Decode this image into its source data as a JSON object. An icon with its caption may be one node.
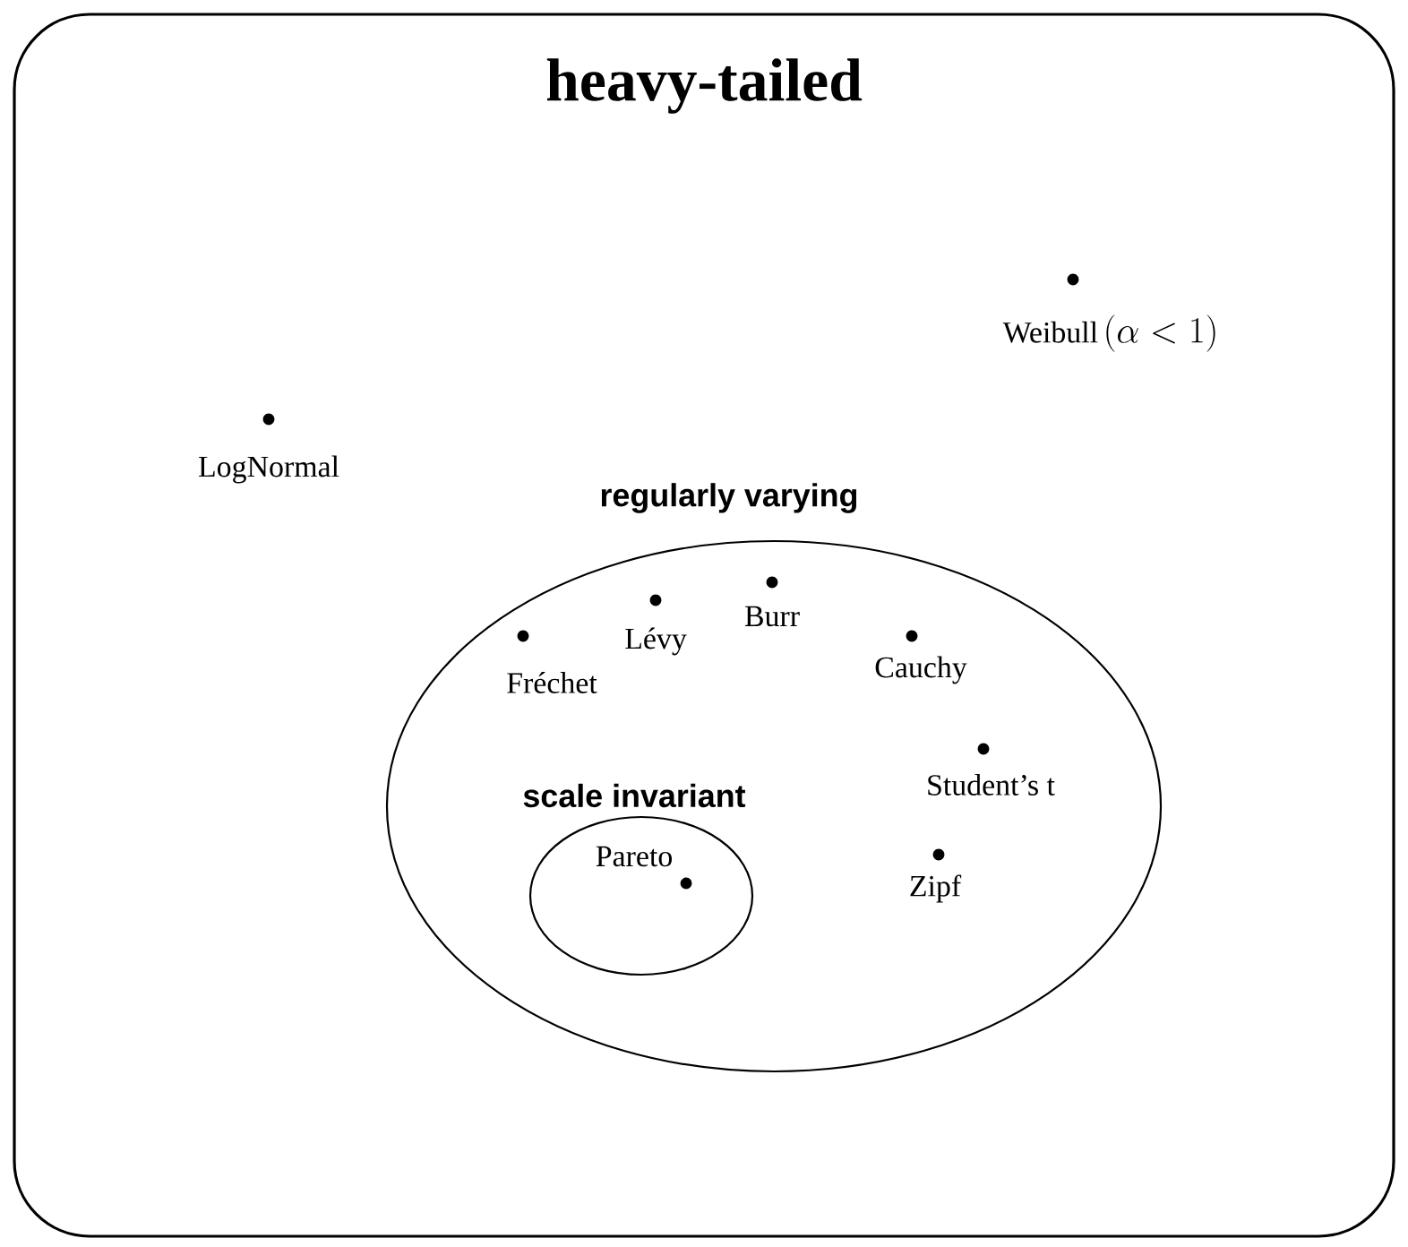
{
  "diagram": {
    "nodes": [
      {
        "text": [
          "heavy-tailed"
        ]
      },
      {
        "text": [
          "Weibull",
          "(\\alpha < 1)"
        ],
        "in": 0
      },
      {
        "text": [
          "LogNormal"
        ],
        "in": 0
      },
      {
        "text": [
          "regularly varying"
        ],
        "in": 0
      },
      {
        "text": [
          "Fréchet"
        ],
        "in": 3
      },
      {
        "text": [
          "Lévy"
        ],
        "in": 3
      },
      {
        "text": [
          "Burr"
        ],
        "in": 3
      },
      {
        "text": [
          "Cauchy"
        ],
        "in": 3
      },
      {
        "text": [
          "Student’s t"
        ],
        "in": 3
      },
      {
        "text": [
          "scale invariant"
        ],
        "in": 3
      },
      {
        "text": [
          "Zipf"
        ],
        "in": 3
      },
      {
        "text": [
          "Pareto"
        ],
        "in": 9
      }
    ]
  }
}
